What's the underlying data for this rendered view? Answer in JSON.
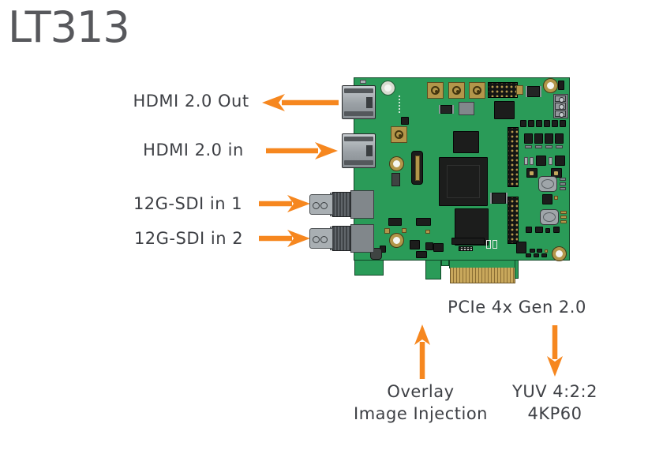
{
  "title": "LT313",
  "colors": {
    "accent_orange": "#F6871F",
    "pcb_green": "#2A9B58",
    "label_gray": "#3E4045",
    "title_gray": "#57585C"
  },
  "labels": {
    "hdmi_out": "HDMI 2.0 Out",
    "hdmi_in": "HDMI 2.0 in",
    "sdi_in_1": "12G-SDI in 1",
    "sdi_in_2": "12G-SDI in 2",
    "pcie": "PCIe 4x Gen 2.0",
    "overlay_line1": "Overlay",
    "overlay_line2": "Image Injection",
    "yuv_line1": "YUV 4:2:2",
    "yuv_line2": "4KP60"
  },
  "icons": {
    "arrow_left": "left-arrow",
    "arrow_right": "right-arrow",
    "arrow_up": "up-arrow",
    "arrow_down": "down-arrow"
  }
}
